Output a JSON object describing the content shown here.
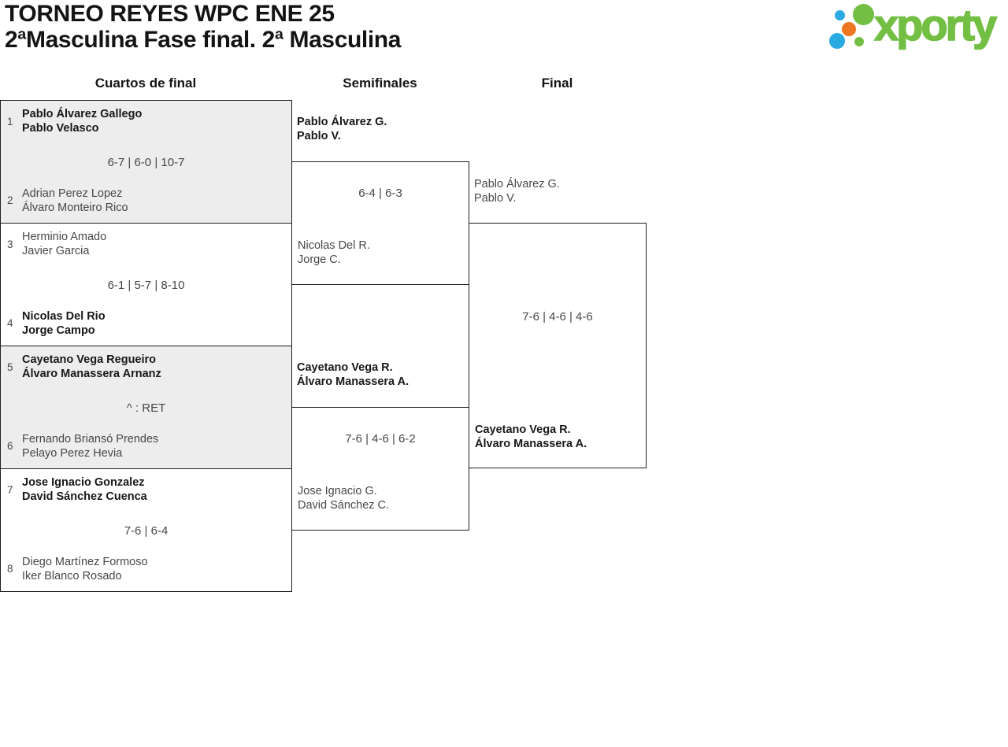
{
  "header": {
    "title": "TORNEO REYES WPC ENE 25",
    "subtitle": "2ªMasculina Fase final. 2ª Masculina"
  },
  "logo": {
    "wordmark": "xporty",
    "dot_colors": [
      "#29abe2",
      "#72bf44",
      "#ee7623"
    ]
  },
  "rounds": {
    "quarterfinals": "Cuartos de final",
    "semifinals": "Semifinales",
    "final": "Final"
  },
  "colors": {
    "winner_text": "#181818",
    "loser_text": "#474747",
    "match_alt_background": "#ededed",
    "box_border": "#1f1f1f",
    "logo_green": "#72bf44",
    "logo_blue": "#29abe2",
    "logo_orange": "#ee7623"
  },
  "quarterfinals": [
    {
      "seed_top": "1",
      "team_top": [
        "Pablo Álvarez Gallego",
        "Pablo Velasco"
      ],
      "team_top_winner": true,
      "score": "6-7 | 6-0 | 10-7",
      "seed_bottom": "2",
      "team_bottom": [
        "Adrian Perez Lopez",
        "Álvaro Monteiro Rico"
      ],
      "team_bottom_winner": false
    },
    {
      "seed_top": "3",
      "team_top": [
        "Herminio Amado",
        "Javier Garcia"
      ],
      "team_top_winner": false,
      "score": "6-1 | 5-7 | 8-10",
      "seed_bottom": "4",
      "team_bottom": [
        "Nicolas Del Rio",
        "Jorge Campo"
      ],
      "team_bottom_winner": true
    },
    {
      "seed_top": "5",
      "team_top": [
        "Cayetano Vega Regueiro",
        "Álvaro Manassera Arnanz"
      ],
      "team_top_winner": true,
      "score": "^ : RET",
      "seed_bottom": "6",
      "team_bottom": [
        "Fernando Briansó Prendes",
        "Pelayo Perez Hevia"
      ],
      "team_bottom_winner": false
    },
    {
      "seed_top": "7",
      "team_top": [
        "Jose Ignacio Gonzalez",
        "David Sánchez Cuenca"
      ],
      "team_top_winner": true,
      "score": "7-6 | 6-4",
      "seed_bottom": "8",
      "team_bottom": [
        "Diego Martínez Formoso",
        "Iker Blanco Rosado"
      ],
      "team_bottom_winner": false
    }
  ],
  "semifinals": [
    {
      "team_top": [
        "Pablo Álvarez G.",
        "Pablo V."
      ],
      "team_top_winner": true,
      "score": "6-4 | 6-3",
      "team_bottom": [
        "Nicolas Del R.",
        "Jorge C."
      ],
      "team_bottom_winner": false
    },
    {
      "team_top": [
        "Cayetano Vega R.",
        "Álvaro Manassera A."
      ],
      "team_top_winner": true,
      "score": "7-6 | 4-6 | 6-2",
      "team_bottom": [
        "Jose Ignacio G.",
        "David Sánchez C."
      ],
      "team_bottom_winner": false
    }
  ],
  "final": {
    "team_top": [
      "Pablo Álvarez G.",
      "Pablo V."
    ],
    "team_top_winner": false,
    "score": "7-6 | 4-6 | 4-6",
    "team_bottom": [
      "Cayetano Vega R.",
      "Álvaro Manassera A."
    ],
    "team_bottom_winner": true
  }
}
